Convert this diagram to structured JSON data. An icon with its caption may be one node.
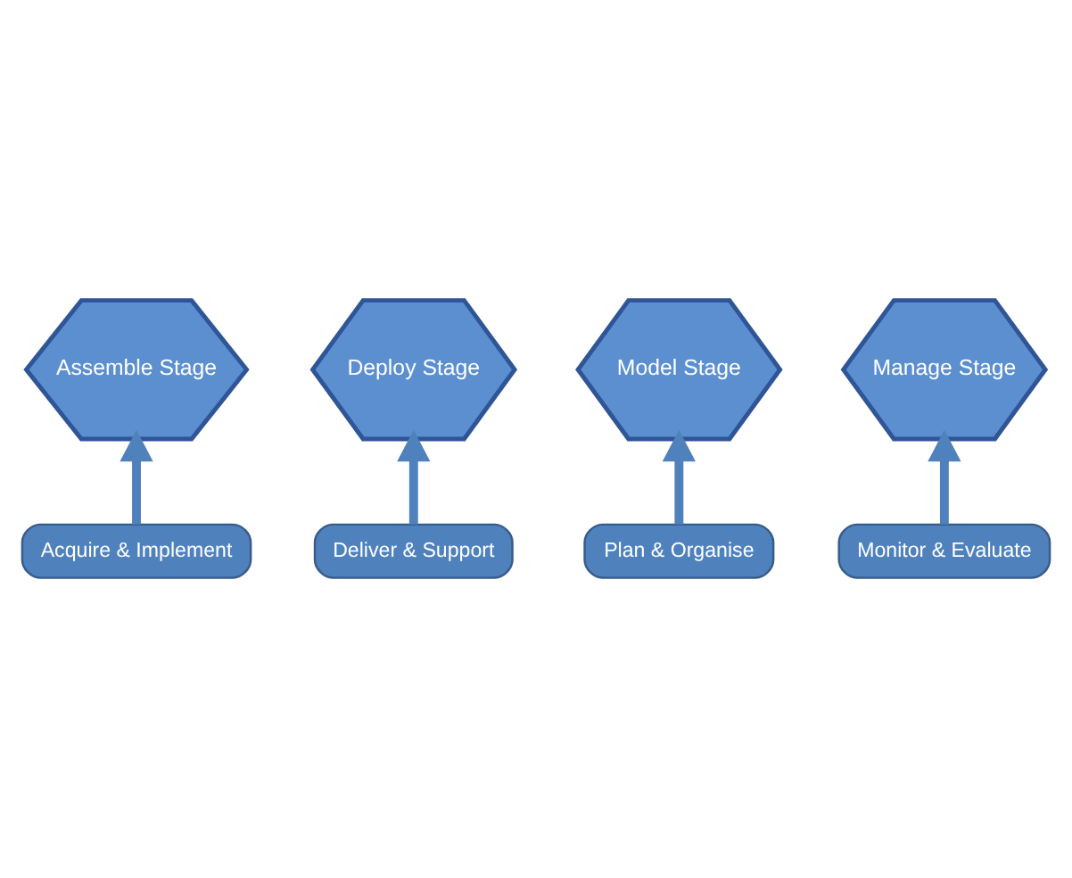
{
  "diagram": {
    "nodes": [
      {
        "text": [
          "Assemble Stage"
        ]
      },
      {
        "text": [
          "Acquire & Implement"
        ]
      },
      {
        "text": [
          "Deploy Stage"
        ]
      },
      {
        "text": [
          "Deliver & Support"
        ]
      },
      {
        "text": [
          "Model Stage"
        ]
      },
      {
        "text": [
          "Manage Stage"
        ]
      },
      {
        "text": [
          "Plan & Organise"
        ]
      },
      {
        "text": [
          "Monitor & Evaluate"
        ]
      }
    ],
    "edges": [
      {
        "from": 1,
        "to": 0,
        "arrow": "to"
      },
      {
        "from": 3,
        "to": 2,
        "arrow": "to"
      },
      {
        "from": 6,
        "to": 4,
        "arrow": "to"
      },
      {
        "from": 7,
        "to": 5,
        "arrow": "to"
      }
    ]
  }
}
